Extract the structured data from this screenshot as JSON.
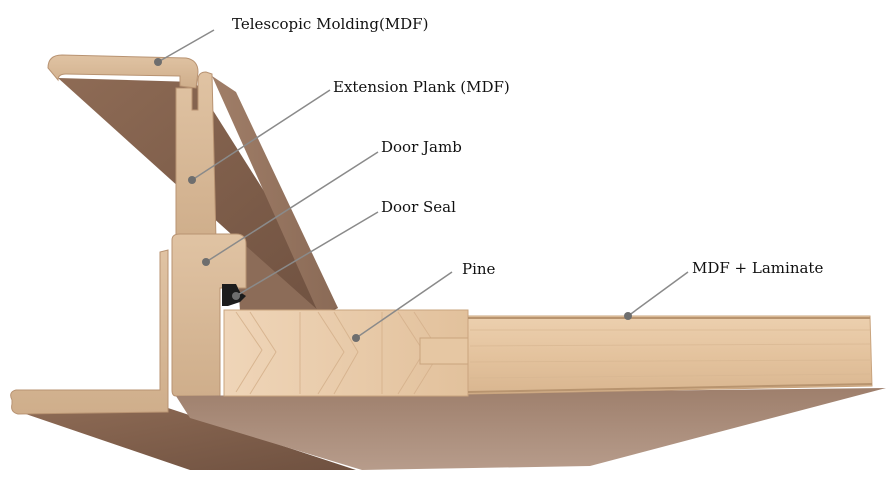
{
  "callouts": {
    "telescopic_molding": "Telescopic Molding(MDF)",
    "extension_plank": "Extension Plank (MDF)",
    "door_jamb": "Door Jamb",
    "door_seal": "Door Seal",
    "pine": "Pine",
    "mdf_laminate": "MDF + Laminate"
  },
  "colors": {
    "mdf_core": "#d8b896",
    "laminate_face": "#9a7660",
    "laminate_dark": "#7d5d49",
    "pine": "#e8c8a6",
    "seal": "#1c1c1c",
    "leader_line": "#8a8a8a"
  }
}
